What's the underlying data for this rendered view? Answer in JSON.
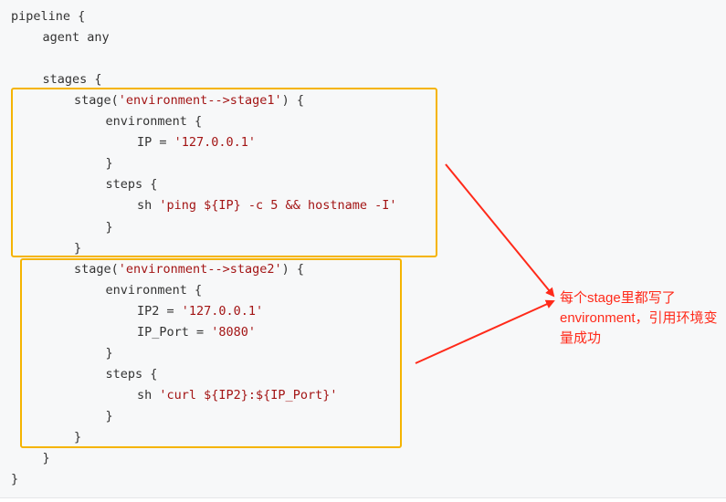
{
  "code": {
    "lines": [
      {
        "indent": 0,
        "parts": [
          {
            "t": "pipeline {",
            "c": "kw"
          }
        ]
      },
      {
        "indent": 1,
        "parts": [
          {
            "t": "agent any",
            "c": "kw"
          }
        ]
      },
      {
        "indent": 0,
        "parts": []
      },
      {
        "indent": 1,
        "parts": [
          {
            "t": "stages {",
            "c": "kw"
          }
        ]
      },
      {
        "indent": 2,
        "parts": [
          {
            "t": "stage(",
            "c": "kw"
          },
          {
            "t": "'environment-->stage1'",
            "c": "str"
          },
          {
            "t": ") {",
            "c": "kw"
          }
        ]
      },
      {
        "indent": 3,
        "parts": [
          {
            "t": "environment {",
            "c": "kw"
          }
        ]
      },
      {
        "indent": 4,
        "parts": [
          {
            "t": "IP = ",
            "c": "kw"
          },
          {
            "t": "'127.0.0.1'",
            "c": "str"
          }
        ]
      },
      {
        "indent": 3,
        "parts": [
          {
            "t": "}",
            "c": "kw"
          }
        ]
      },
      {
        "indent": 3,
        "parts": [
          {
            "t": "steps {",
            "c": "kw"
          }
        ]
      },
      {
        "indent": 4,
        "parts": [
          {
            "t": "sh ",
            "c": "kw"
          },
          {
            "t": "'ping ${IP} -c 5 && hostname -I'",
            "c": "str"
          }
        ]
      },
      {
        "indent": 3,
        "parts": [
          {
            "t": "}",
            "c": "kw"
          }
        ]
      },
      {
        "indent": 2,
        "parts": [
          {
            "t": "}",
            "c": "kw"
          }
        ]
      },
      {
        "indent": 2,
        "parts": [
          {
            "t": "stage(",
            "c": "kw"
          },
          {
            "t": "'environment-->stage2'",
            "c": "str"
          },
          {
            "t": ") {",
            "c": "kw"
          }
        ]
      },
      {
        "indent": 3,
        "parts": [
          {
            "t": "environment {",
            "c": "kw"
          }
        ]
      },
      {
        "indent": 4,
        "parts": [
          {
            "t": "IP2 = ",
            "c": "kw"
          },
          {
            "t": "'127.0.0.1'",
            "c": "str"
          }
        ]
      },
      {
        "indent": 4,
        "parts": [
          {
            "t": "IP_Port = ",
            "c": "kw"
          },
          {
            "t": "'8080'",
            "c": "str"
          }
        ]
      },
      {
        "indent": 3,
        "parts": [
          {
            "t": "}",
            "c": "kw"
          }
        ]
      },
      {
        "indent": 3,
        "parts": [
          {
            "t": "steps {",
            "c": "kw"
          }
        ]
      },
      {
        "indent": 4,
        "parts": [
          {
            "t": "sh ",
            "c": "kw"
          },
          {
            "t": "'curl ${IP2}:${IP_Port}'",
            "c": "str"
          }
        ]
      },
      {
        "indent": 3,
        "parts": [
          {
            "t": "}",
            "c": "kw"
          }
        ]
      },
      {
        "indent": 2,
        "parts": [
          {
            "t": "}",
            "c": "kw"
          }
        ]
      },
      {
        "indent": 1,
        "parts": [
          {
            "t": "}",
            "c": "kw"
          }
        ]
      },
      {
        "indent": 0,
        "parts": [
          {
            "t": "}",
            "c": "kw"
          }
        ]
      }
    ]
  },
  "annotation": {
    "text": "每个stage里都写了environment，引用环境变量成功"
  },
  "colors": {
    "highlight_box": "#f5b400",
    "annotation": "#ff2a1a",
    "string": "#a31515"
  }
}
